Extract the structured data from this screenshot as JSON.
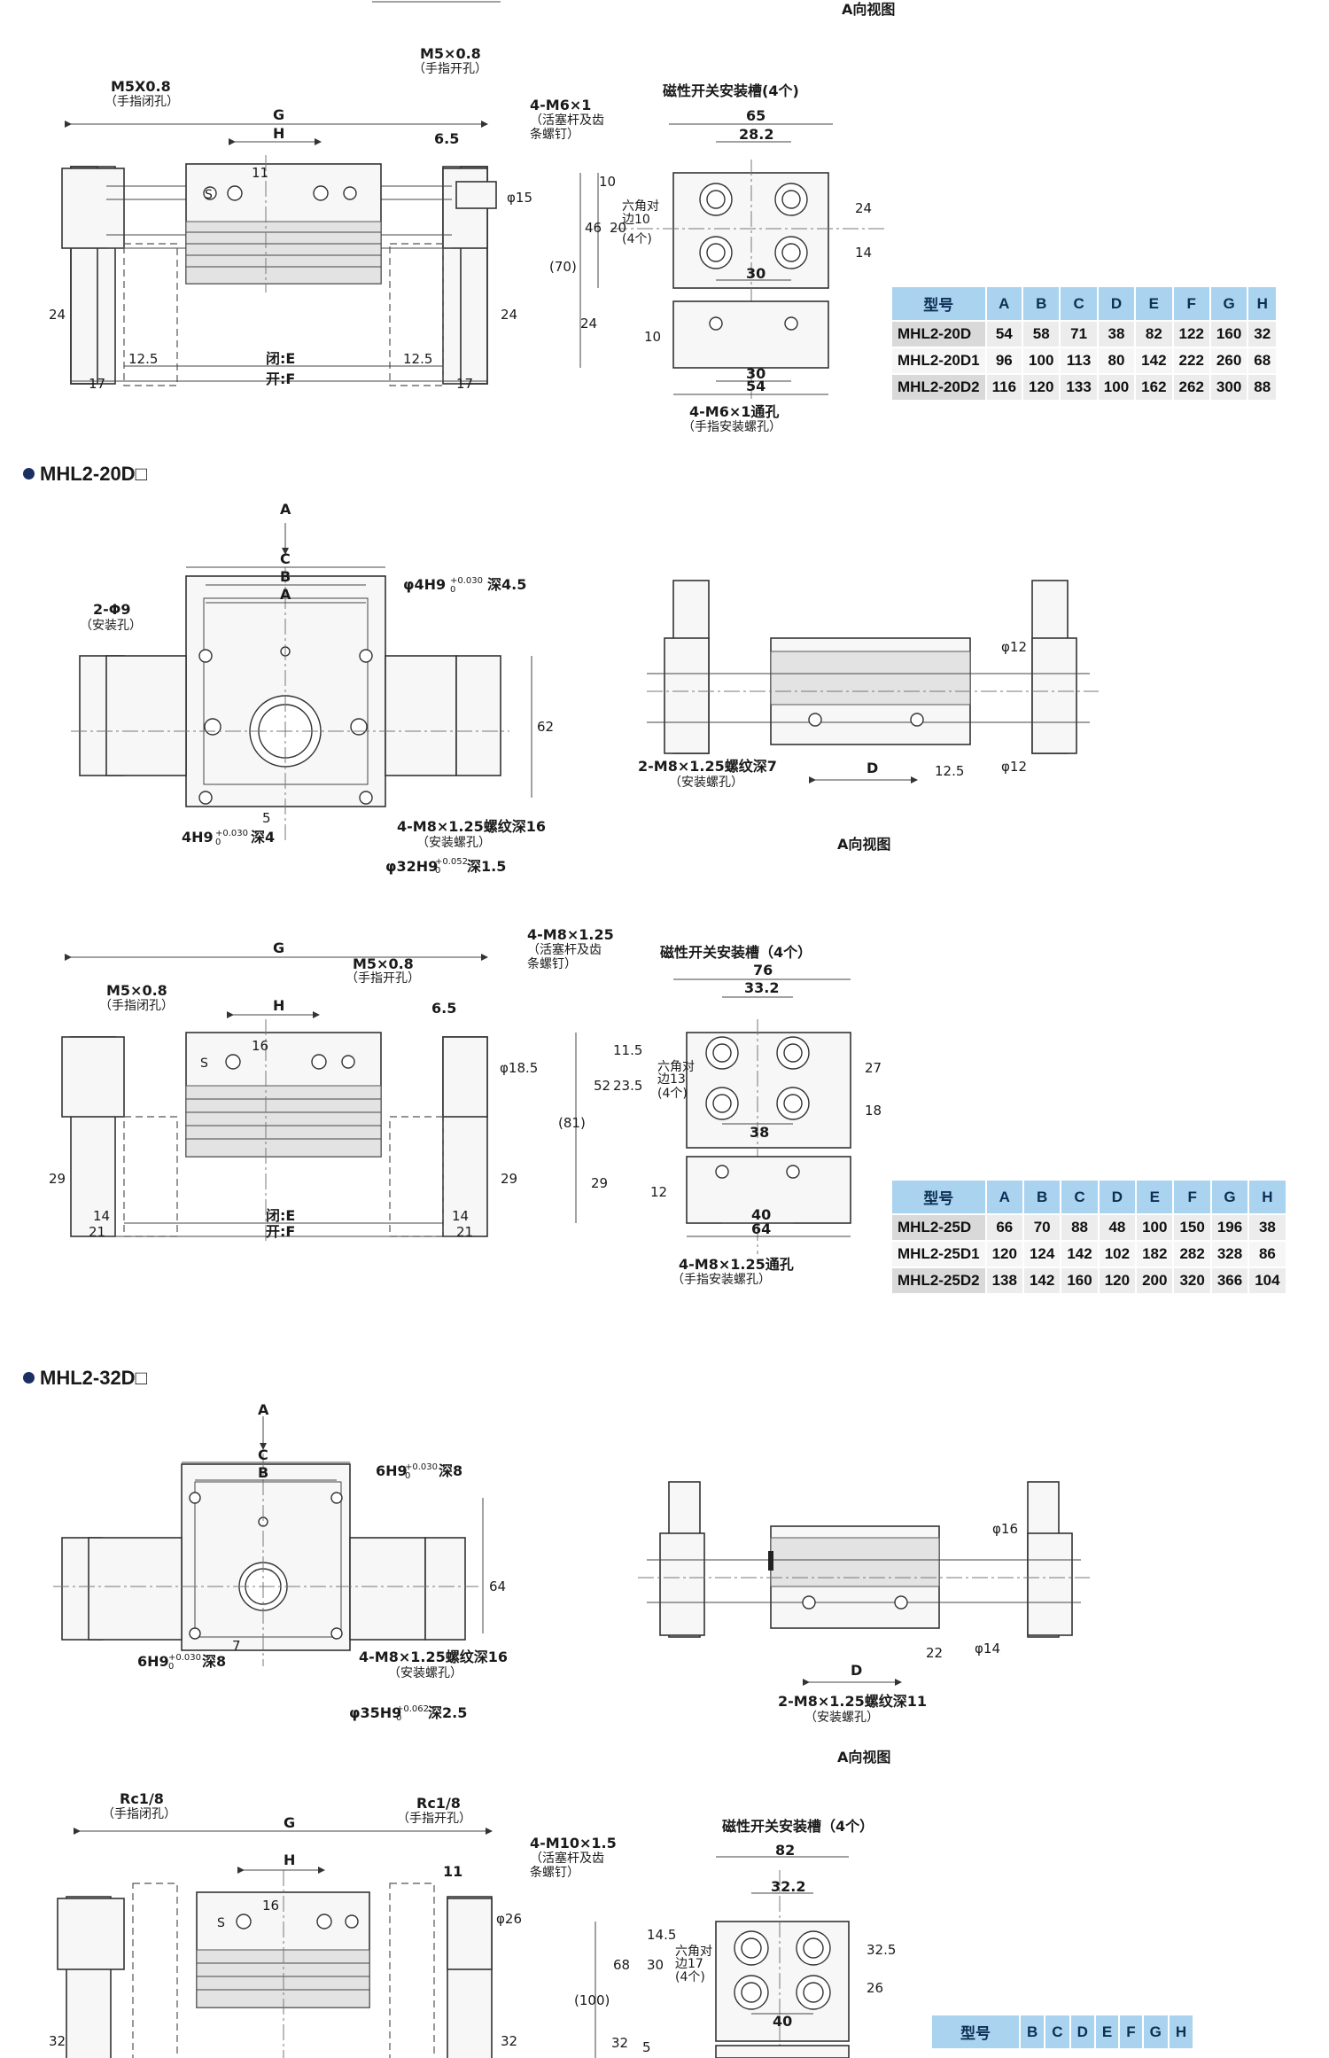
{
  "captions": {
    "top_view": "A向视图",
    "view_25": "A向视图",
    "view_32": "A向视图"
  },
  "sections": {
    "s25": "MHL2-20D□",
    "s32": "MHL2-32D□"
  },
  "labels20": {
    "m5_close": "M5X0.8",
    "m5_close_note": "（手指闭孔）",
    "m5_open": "M5×0.8",
    "m5_open_note": "（手指开孔）",
    "g": "G",
    "h": "H",
    "d65": "6.5",
    "d11": "11",
    "phi15": "φ15",
    "m6": "4-M6×1",
    "m6_note1": "（活塞杆及齿",
    "m6_note2": "条螺钉）",
    "d24a": "24",
    "d24b": "24",
    "d125a": "12.5",
    "d125b": "12.5",
    "d17a": "17",
    "d17b": "17",
    "close_e": "闭:E",
    "open_f": "开:F",
    "slot": "磁性开关安装槽(4个)",
    "w65": "65",
    "w282": "28.2",
    "d10": "10",
    "d20": "20",
    "d46": "46",
    "d70": "(70)",
    "hex1": "六角对",
    "hex2": "边10",
    "hex3": "(4个)",
    "r24": "24",
    "r14": "14",
    "l24": "24",
    "b30": "30",
    "c10": "10",
    "c30": "30",
    "c54": "54",
    "thru": "4-M6×1通孔",
    "thru_note": "（手指安装螺孔）"
  },
  "labels25top": {
    "a": "A",
    "c": "C",
    "b": "B",
    "a2": "A",
    "pin": "φ4H9",
    "pin_tol": "+0.030",
    "pin_tol0": "0",
    "pin_depth": "深4.5",
    "mount": "2-Φ9",
    "mount_note": "（安装孔）",
    "d62": "62",
    "h4": "4H9",
    "h4_tol": "+0.030",
    "h4_tol0": "0",
    "h4_depth": "深4",
    "d5": "5",
    "m8": "4-M8×1.25螺纹深16",
    "m8_note": "（安装螺孔）",
    "bore": "φ32H9",
    "bore_tol": "+0.052",
    "bore_tol0": "0",
    "bore_depth": "深1.5",
    "side_phi12a": "φ12",
    "side_phi12b": "φ12",
    "side_d125": "12.5",
    "side_d": "D",
    "side_m8": "2-M8×1.25螺纹深7",
    "side_m8_note": "（安装螺孔）"
  },
  "labels25": {
    "g": "G",
    "h": "H",
    "m8rod": "4-M8×1.25",
    "m8rod_n1": "（活塞杆及齿",
    "m8rod_n2": "条螺钉）",
    "m5_open": "M5×0.8",
    "m5_open_note": "（手指开孔）",
    "m5_close": "M5×0.8",
    "m5_close_note": "（手指闭孔）",
    "d65": "6.5",
    "d16": "16",
    "phi185": "φ18.5",
    "d29a": "29",
    "d29b": "29",
    "d14a": "14",
    "d14b": "14",
    "d21a": "21",
    "d21b": "21",
    "close_e": "闭:E",
    "open_f": "开:F",
    "slot": "磁性开关安装槽（4个）",
    "w76": "76",
    "w332": "33.2",
    "d115": "11.5",
    "d235": "23.5",
    "d52": "52",
    "d81": "(81)",
    "hex1": "六角对",
    "hex2": "边13",
    "hex3": "(4个)",
    "r27": "27",
    "r18": "18",
    "l29": "29",
    "b38": "38",
    "c12": "12",
    "c40": "40",
    "c64": "64",
    "thru": "4-M8×1.25通孔",
    "thru_note": "（手指安装螺孔）"
  },
  "labels32top": {
    "a": "A",
    "c": "C",
    "b": "B",
    "pin": "6H9",
    "pin_tol": "+0.030",
    "pin_tol0": "0",
    "pin_depth": "深8",
    "d64": "64",
    "h6": "6H9",
    "h6_tol": "+0.030",
    "h6_tol0": "0",
    "h6_depth": "深8",
    "d7": "7",
    "m8": "4-M8×1.25螺纹深16",
    "m8_note": "（安装螺孔）",
    "bore": "φ35H9",
    "bore_tol": "+0.062",
    "bore_tol0": "0",
    "bore_depth": "深2.5",
    "side_phi16": "φ16",
    "side_phi14": "φ14",
    "side_d22": "22",
    "side_d": "D",
    "side_m8": "2-M8×1.25螺纹深11",
    "side_m8_note": "（安装螺孔）"
  },
  "labels32": {
    "rc_close": "Rc1/8",
    "rc_close_note": "（手指闭孔）",
    "rc_open": "Rc1/8",
    "rc_open_note": "（手指开孔）",
    "g": "G",
    "h": "H",
    "d11": "11",
    "d16": "16",
    "phi26": "φ26",
    "m10": "4-M10×1.5",
    "m10_n1": "（活塞杆及齿",
    "m10_n2": "条螺钉）",
    "d32a": "32",
    "d32b": "32",
    "slot": "磁性开关安装槽（4个）",
    "w82": "82",
    "w322": "32.2",
    "d145": "14.5",
    "d30": "30",
    "d68": "68",
    "d100": "(100)",
    "hex1": "六角对",
    "hex2": "边17",
    "hex3": "(4个)",
    "r325": "32.5",
    "r26": "26",
    "l32": "32",
    "b40": "40",
    "c5": "5"
  },
  "table20": {
    "headers": [
      "型号",
      "A",
      "B",
      "C",
      "D",
      "E",
      "F",
      "G",
      "H"
    ],
    "rows": [
      [
        "MHL2-20D",
        "54",
        "58",
        "71",
        "38",
        "82",
        "122",
        "160",
        "32"
      ],
      [
        "MHL2-20D1",
        "96",
        "100",
        "113",
        "80",
        "142",
        "222",
        "260",
        "68"
      ],
      [
        "MHL2-20D2",
        "116",
        "120",
        "133",
        "100",
        "162",
        "262",
        "300",
        "88"
      ]
    ]
  },
  "table25": {
    "headers": [
      "型号",
      "A",
      "B",
      "C",
      "D",
      "E",
      "F",
      "G",
      "H"
    ],
    "rows": [
      [
        "MHL2-25D",
        "66",
        "70",
        "88",
        "48",
        "100",
        "150",
        "196",
        "38"
      ],
      [
        "MHL2-25D1",
        "120",
        "124",
        "142",
        "102",
        "182",
        "282",
        "328",
        "86"
      ],
      [
        "MHL2-25D2",
        "138",
        "142",
        "160",
        "120",
        "200",
        "320",
        "366",
        "104"
      ]
    ]
  },
  "table32": {
    "headers": [
      "型号",
      "B",
      "C",
      "D",
      "E",
      "F",
      "G",
      "H"
    ]
  }
}
